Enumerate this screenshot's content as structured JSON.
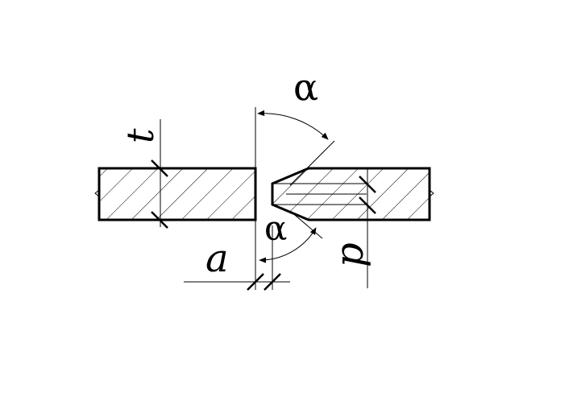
{
  "labels": {
    "alpha_top": "α",
    "alpha_bottom": "α",
    "t": "t",
    "a": "a",
    "p": "p"
  },
  "colors": {
    "stroke": "#000000",
    "background": "#ffffff"
  }
}
